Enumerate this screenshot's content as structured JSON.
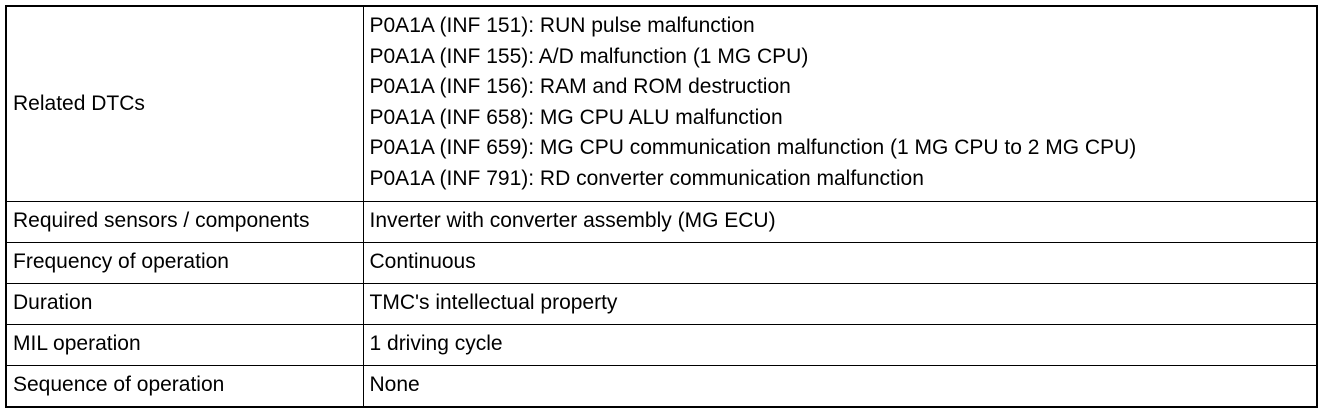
{
  "table": {
    "related_dtcs": {
      "label": "Related DTCs",
      "values": [
        "P0A1A (INF 151): RUN pulse malfunction",
        "P0A1A (INF 155): A/D malfunction (1 MG CPU)",
        "P0A1A (INF 156): RAM and ROM destruction",
        "P0A1A (INF 658): MG CPU ALU malfunction",
        "P0A1A (INF 659): MG CPU communication malfunction (1 MG CPU to 2 MG CPU)",
        "P0A1A (INF 791): RD converter communication malfunction"
      ]
    },
    "rows": [
      {
        "label": "Required sensors / components",
        "value": "Inverter with converter assembly (MG ECU)"
      },
      {
        "label": "Frequency of operation",
        "value": "Continuous"
      },
      {
        "label": "Duration",
        "value": "TMC's intellectual property"
      },
      {
        "label": "MIL operation",
        "value": "1 driving cycle"
      },
      {
        "label": "Sequence of operation",
        "value": "None"
      }
    ]
  }
}
